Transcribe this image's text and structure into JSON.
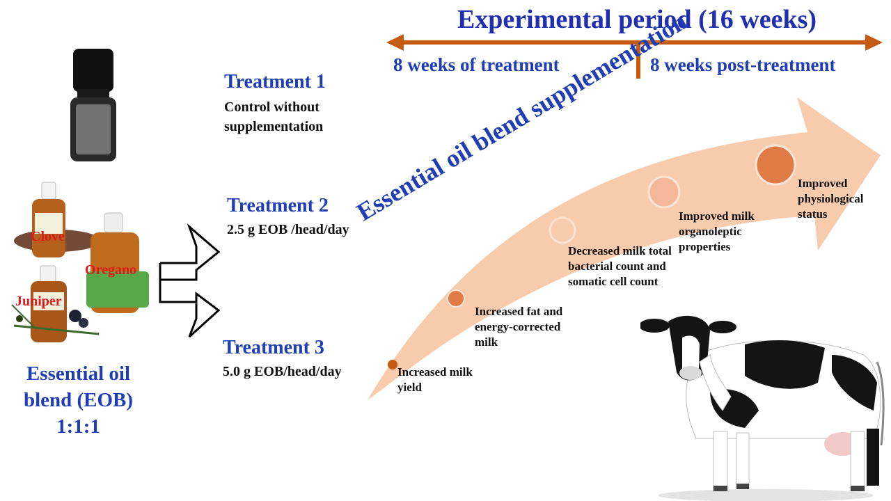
{
  "title": "Experimental period (16 weeks)",
  "phases": {
    "treatment": "8 weeks of treatment",
    "post": "8 weeks post-treatment"
  },
  "treatments": [
    {
      "name": "Treatment 1",
      "desc": "Control without supplementation"
    },
    {
      "name": "Treatment 2",
      "desc": "2.5 g EOB /head/day"
    },
    {
      "name": "Treatment 3",
      "desc": "5.0 g EOB/head/day"
    }
  ],
  "oils": {
    "clove": "Clove",
    "oregano": "Oregano",
    "juniper": "Juniper"
  },
  "eob_label": {
    "line1": "Essential oil",
    "line2": "blend (EOB)",
    "line3": "1:1:1"
  },
  "arrow_label": "Essential oil blend supplementation",
  "outcomes": [
    "Increased milk yield",
    "Increased fat and energy-corrected milk",
    "Decreased milk total bacterial count and somatic cell count",
    "Improved milk organoleptic properties",
    "Improved physiological status"
  ],
  "colors": {
    "title_blue": "#1f2fb0",
    "timeline_orange": "#c55a11",
    "arrow_fill": "#f8cbad",
    "dot_dark": "#c55a11"
  }
}
